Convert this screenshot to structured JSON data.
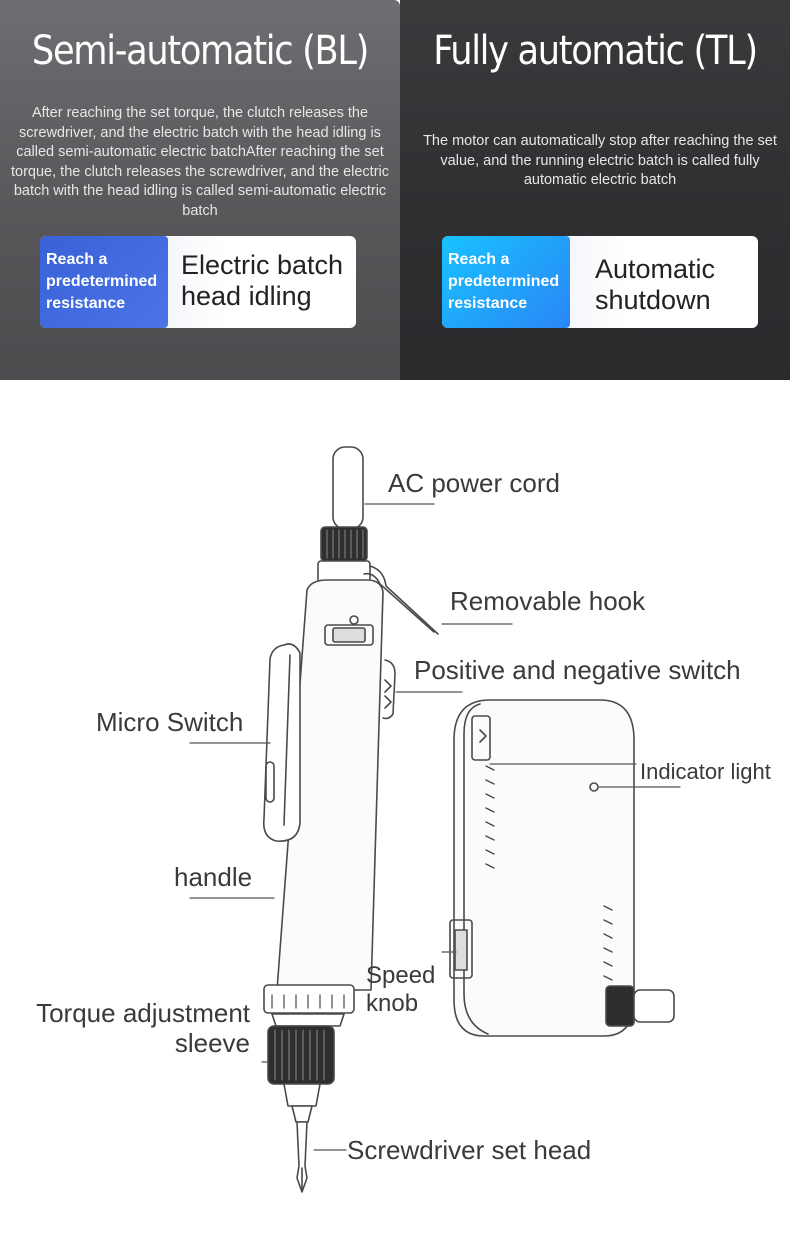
{
  "left_panel": {
    "title": "Semi-automatic (BL)",
    "description": "After reaching the set torque, the clutch releases the screwdriver, and the electric batch with the head idling is called semi-automatic electric batchAfter reaching the set torque, the clutch releases the screwdriver, and the electric batch with the head idling is called semi-automatic electric batch",
    "badge": [
      "Reach a",
      "predetermined",
      "resistance"
    ],
    "result": [
      "Electric batch",
      "head idling"
    ]
  },
  "right_panel": {
    "title": "Fully automatic (TL)",
    "description": "The motor can automatically stop after reaching the set value, and the running electric batch is called fully automatic electric batch",
    "badge": [
      "Reach a",
      "predetermined",
      "resistance"
    ],
    "result": [
      "Automatic",
      "shutdown"
    ]
  },
  "callouts": {
    "ac_power_cord": "AC power cord",
    "removable_hook": "Removable hook",
    "pos_neg_switch": "Positive and negative switch",
    "micro_switch": "Micro Switch",
    "indicator_light": "Indicator light",
    "handle": "handle",
    "speed_knob": [
      "Speed",
      "knob"
    ],
    "torque_sleeve": [
      "Torque adjustment",
      "sleeve"
    ],
    "screwdriver_head": "Screwdriver set head"
  },
  "colors": {
    "left_badge": "#3a62d6",
    "right_badge": "#18c2ff",
    "left_panel_bg": "#5c5c5f",
    "right_panel_bg": "#313134"
  }
}
